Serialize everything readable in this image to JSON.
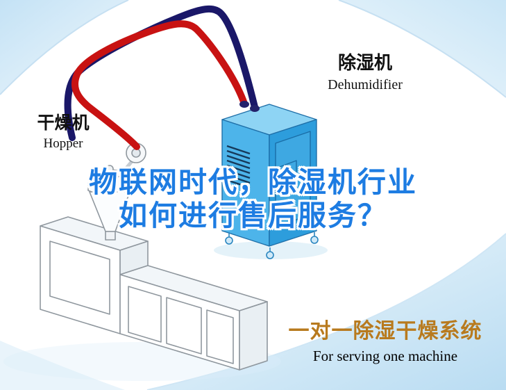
{
  "labels": {
    "dryer": {
      "cn": "干燥机",
      "en": "Hopper"
    },
    "dehumidifier": {
      "cn": "除湿机",
      "en": "Dehumidifier"
    }
  },
  "headline": {
    "line1": "物联网时代，除湿机行业",
    "line2": "如何进行售后服务？"
  },
  "caption": {
    "cn": "一对一除湿干燥系统",
    "en": "For serving one machine"
  },
  "icons": {
    "hopper_machine": "extruder-dryer-line-art",
    "dehumidifier_machine": "blue-isometric-cabinet",
    "hoses": [
      "red-supply-hose",
      "navy-return-hose"
    ]
  },
  "colors": {
    "title-blue": "#1d7ce2",
    "caption-orange": "#b87a1e",
    "pipe-red": "#c81212",
    "pipe-navy": "#1a1768",
    "dh-top": "#8ed4f4",
    "dh-left": "#4db4ea",
    "dh-right": "#2d9ddc",
    "dh-door": "#3ea8e2",
    "label-black": "#111111"
  }
}
